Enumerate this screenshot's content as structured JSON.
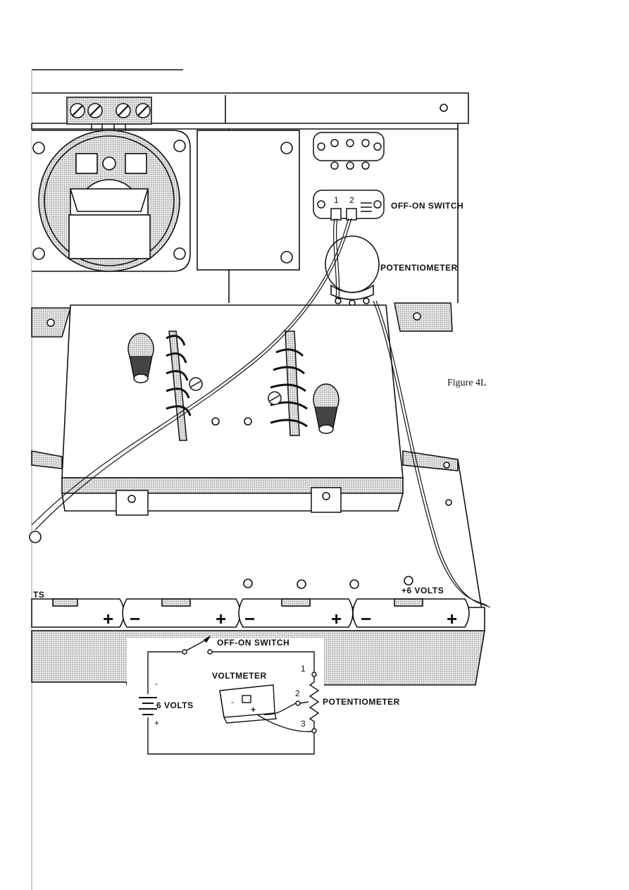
{
  "figure": {
    "caption": "Figure 4L"
  },
  "labels": {
    "switch": "OFF-ON SWITCH",
    "potentiometer": "POTENTIOMETER",
    "pot_terminals": [
      "1",
      "2",
      "3"
    ],
    "switch_terminals": [
      "1",
      "2"
    ],
    "battery_plus6": "+6 VOLTS",
    "battery_left_fragment": "TS",
    "battery_signs": [
      "+",
      "−",
      "+",
      "−",
      "+",
      "−",
      "+"
    ]
  },
  "schematic": {
    "switch": "OFF-ON SWITCH",
    "voltmeter": "VOLTMETER",
    "battery": "6 VOLTS",
    "potentiometer": "POTENTIOMETER",
    "pot_terminals": [
      "1",
      "2",
      "3"
    ],
    "battery_minus": "-",
    "battery_plus": "+",
    "meter_plus": "+",
    "meter_minus": "-"
  },
  "colors": {
    "line": "#111111",
    "shade": "#d4d4d4",
    "background": "#ffffff"
  }
}
